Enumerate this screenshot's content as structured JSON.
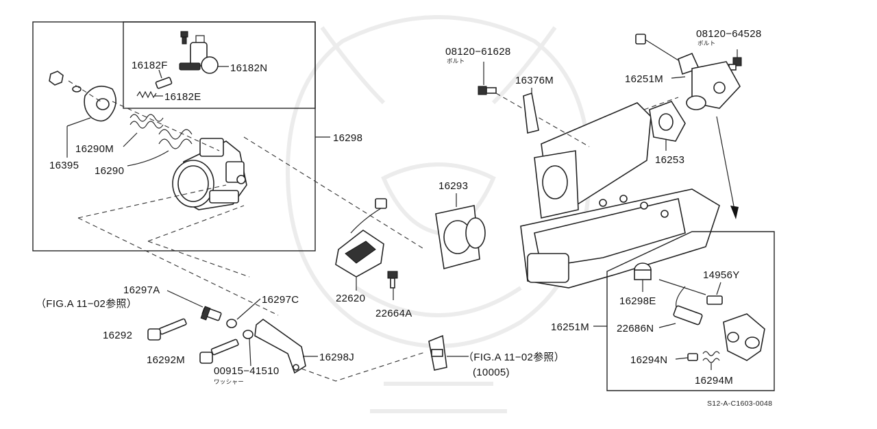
{
  "diagram": {
    "reference_code": "S12-A-C1603-0048",
    "accent_colors": {
      "line": "#222222",
      "watermark": "#ececec",
      "background": "#ffffff"
    },
    "labels": {
      "p16182N": "16182N",
      "p16182F": "16182F",
      "p16182E": "16182E",
      "p16290M": "16290M",
      "p16395": "16395",
      "p16290": "16290",
      "p16298": "16298",
      "p16297A": "16297A",
      "p16297C": "16297C",
      "fig_ref_left": "（FIG.A 11−02参照）",
      "p16292": "16292",
      "p16292M": "16292M",
      "p00915": "00915−41510",
      "washer_jp": "ワッシャー",
      "p16298J": "16298J",
      "fig_ref_bottom": "（FIG.A 11−02参照）",
      "fig_ref_bottom_num": "(10005)",
      "p22620": "22620",
      "p22664A": "22664A",
      "p16293": "16293",
      "p08120_61628": "08120−61628",
      "bolt_jp_1": "ボルト",
      "p16376M": "16376M",
      "p08120_64528": "08120−64528",
      "bolt_jp_2": "ボルト",
      "p16251M_top": "16251M",
      "p16253": "16253",
      "p14956Y": "14956Y",
      "p16298E": "16298E",
      "p16251M_inset": "16251M",
      "p22686N": "22686N",
      "p16294N": "16294N",
      "p16294M": "16294M"
    }
  }
}
